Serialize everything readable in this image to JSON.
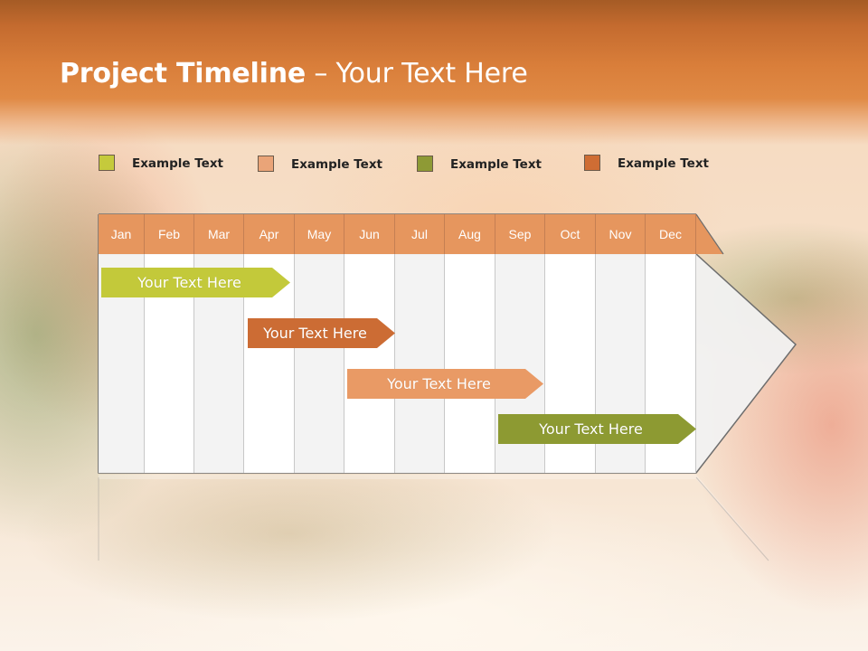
{
  "slide": {
    "title_bold": "Project Timeline",
    "title_rest": " – Your Text Here"
  },
  "legend": [
    {
      "label": "Example Text",
      "color": "#c5ca3c"
    },
    {
      "label": "Example Text",
      "color": "#eaa478"
    },
    {
      "label": "Example Text",
      "color": "#8e9a35"
    },
    {
      "label": "Example Text",
      "color": "#cf6d34"
    }
  ],
  "timeline": {
    "months": [
      "Jan",
      "Feb",
      "Mar",
      "Apr",
      "May",
      "Jun",
      "Jul",
      "Aug",
      "Sep",
      "Oct",
      "Nov",
      "Dec"
    ],
    "header_color": "#e6965e",
    "tasks": [
      {
        "label": "Your  Text Here",
        "color": "#c3c93a"
      },
      {
        "label": "Your  Text Here",
        "color": "#cc6c34"
      },
      {
        "label": "Your  Text Here",
        "color": "#e99a65"
      },
      {
        "label": "Your  Text Here",
        "color": "#8d9a32"
      }
    ]
  }
}
